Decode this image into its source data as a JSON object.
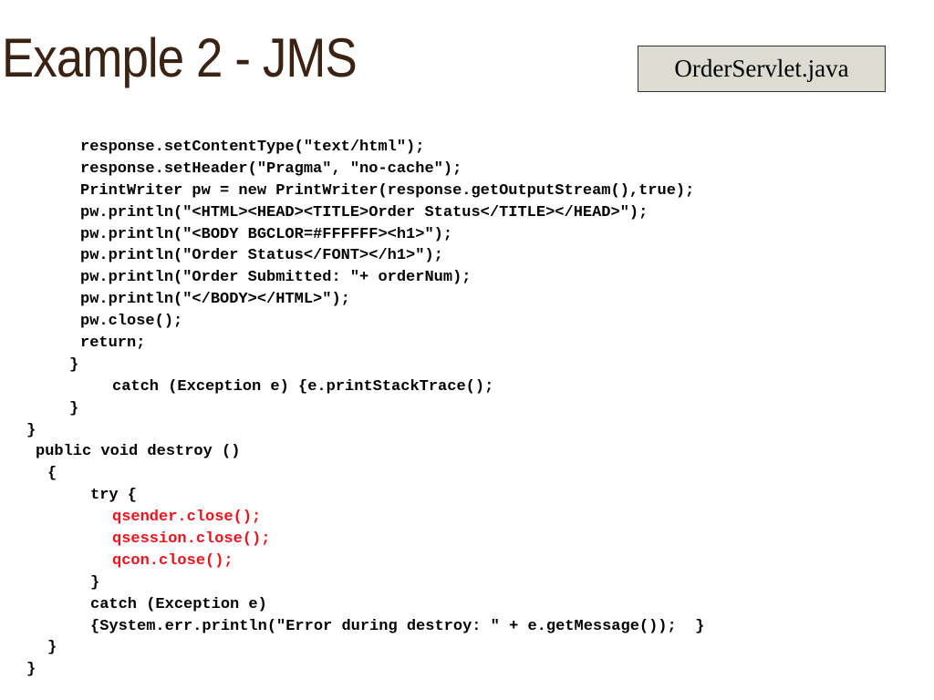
{
  "slide": {
    "title": "Example 2 - JMS",
    "file_label": "OrderServlet.java"
  },
  "code": {
    "lines": [
      {
        "text": "response.setContentType(\"text/html\");",
        "indent": 88,
        "highlight": false
      },
      {
        "text": "response.setHeader(\"Pragma\", \"no-cache\");",
        "indent": 88,
        "highlight": false
      },
      {
        "text": "PrintWriter pw = new PrintWriter(response.getOutputStream(),true);",
        "indent": 88,
        "highlight": false
      },
      {
        "text": "pw.println(\"<HTML><HEAD><TITLE>Order Status</TITLE></HEAD>\");",
        "indent": 88,
        "highlight": false
      },
      {
        "text": "pw.println(\"<BODY BGCLOR=#FFFFFF><h1>\");",
        "indent": 88,
        "highlight": false
      },
      {
        "text": "pw.println(\"Order Status</FONT></h1>\");",
        "indent": 88,
        "highlight": false
      },
      {
        "text": "pw.println(\"Order Submitted: \"+ orderNum);",
        "indent": 88,
        "highlight": false
      },
      {
        "text": "pw.println(\"</BODY></HTML>\");",
        "indent": 88,
        "highlight": false
      },
      {
        "text": "pw.close();",
        "indent": 88,
        "highlight": false
      },
      {
        "text": "return;",
        "indent": 88,
        "highlight": false
      },
      {
        "text": "}",
        "indent": 76,
        "highlight": false
      },
      {
        "text": "catch (Exception e) {e.printStackTrace();",
        "indent": 123,
        "highlight": false
      },
      {
        "text": "}",
        "indent": 76,
        "highlight": false
      },
      {
        "text": "}",
        "indent": 29,
        "highlight": false
      },
      {
        "text": "public void destroy ()",
        "indent": 39,
        "highlight": false
      },
      {
        "text": "{",
        "indent": 52,
        "highlight": false
      },
      {
        "text": "try {",
        "indent": 99,
        "highlight": false
      },
      {
        "text": "qsender.close();",
        "indent": 123,
        "highlight": true
      },
      {
        "text": "qsession.close();",
        "indent": 123,
        "highlight": true
      },
      {
        "text": "qcon.close();",
        "indent": 123,
        "highlight": true
      },
      {
        "text": "}",
        "indent": 99,
        "highlight": false
      },
      {
        "text": "catch (Exception e)",
        "indent": 99,
        "highlight": false
      },
      {
        "text": "{System.err.println(\"Error during destroy: \" + e.getMessage());  }",
        "indent": 99,
        "highlight": false
      },
      {
        "text": "}",
        "indent": 52,
        "highlight": false
      },
      {
        "text": "}",
        "indent": 29,
        "highlight": false
      }
    ]
  },
  "colors": {
    "title": "#3b2314",
    "label_background": "#dcdcd2",
    "code": "#000000",
    "code_highlight": "#e8141e"
  }
}
